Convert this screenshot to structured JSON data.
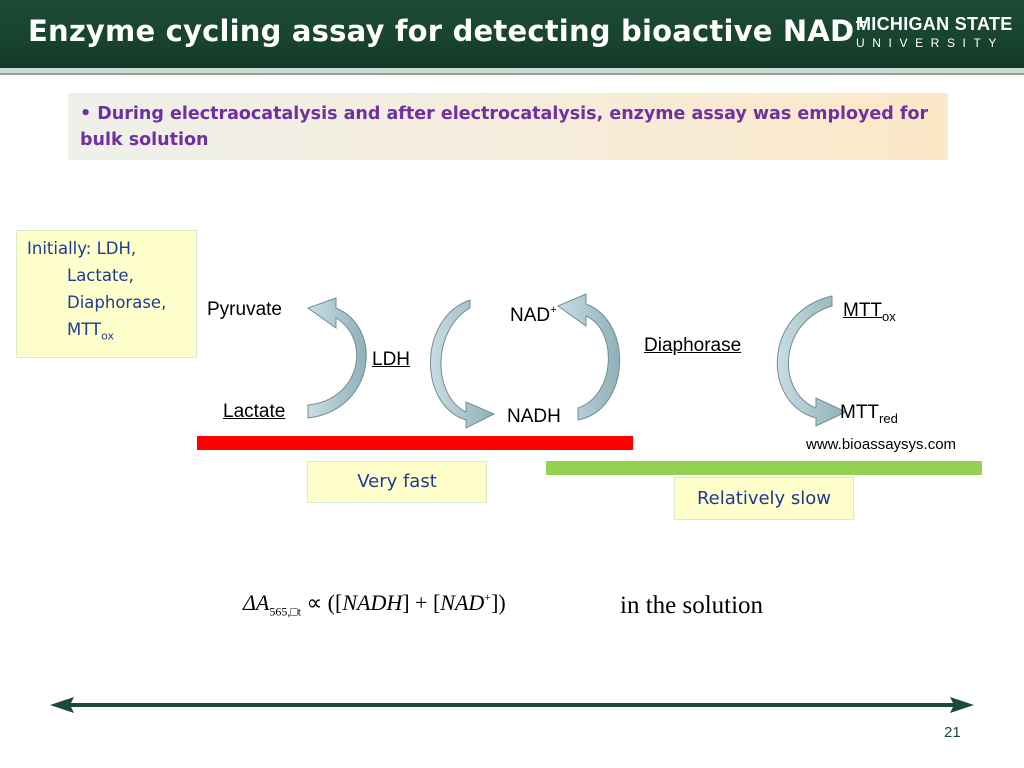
{
  "header": {
    "title": "Enzyme cycling assay for detecting bioactive NAD",
    "title_sup": "+",
    "logo_line1": "MICHIGAN STATE",
    "logo_line2": "UNIVERSITY"
  },
  "bullet": {
    "marker": "•",
    "text": "During electraocatalysis and after electrocatalysis, enzyme assay was employed for bulk solution"
  },
  "initial_box": {
    "line1": "Initially: LDH,",
    "line2": "Lactate,",
    "line3": "Diaphorase,",
    "line4_main": "MTT",
    "line4_sub": "ox"
  },
  "diagram": {
    "pyruvate": "Pyruvate",
    "lactate": "Lactate",
    "ldh": "LDH",
    "nad_main": "NAD",
    "nad_sup": "+",
    "nadh": "NADH",
    "diaphorase": "Diaphorase",
    "mtt_ox_main": "MTT",
    "mtt_ox_sub": "ox",
    "mtt_red_main": "MTT",
    "mtt_red_sub": "red",
    "url": "www.bioassaysys.com"
  },
  "speed": {
    "fast": "Very fast",
    "slow": "Relatively slow"
  },
  "formula": {
    "delta_a": "ΔA",
    "subscript": "565,□t",
    "proportional": "∝ ([",
    "nadh": "NADH",
    "plus": "] + [",
    "nad": "NAD",
    "nad_sup": "+",
    "close": "])",
    "suffix": "in the solution"
  },
  "page_number": "21",
  "colors": {
    "header_bg": "#1d4a36",
    "bullet_text": "#7030a0",
    "box_text": "#1f3a93",
    "box_bg": "#ffffcc",
    "bar_fast": "#ff0000",
    "bar_slow": "#92d050",
    "arrow_fill": "#a9c4cc"
  }
}
